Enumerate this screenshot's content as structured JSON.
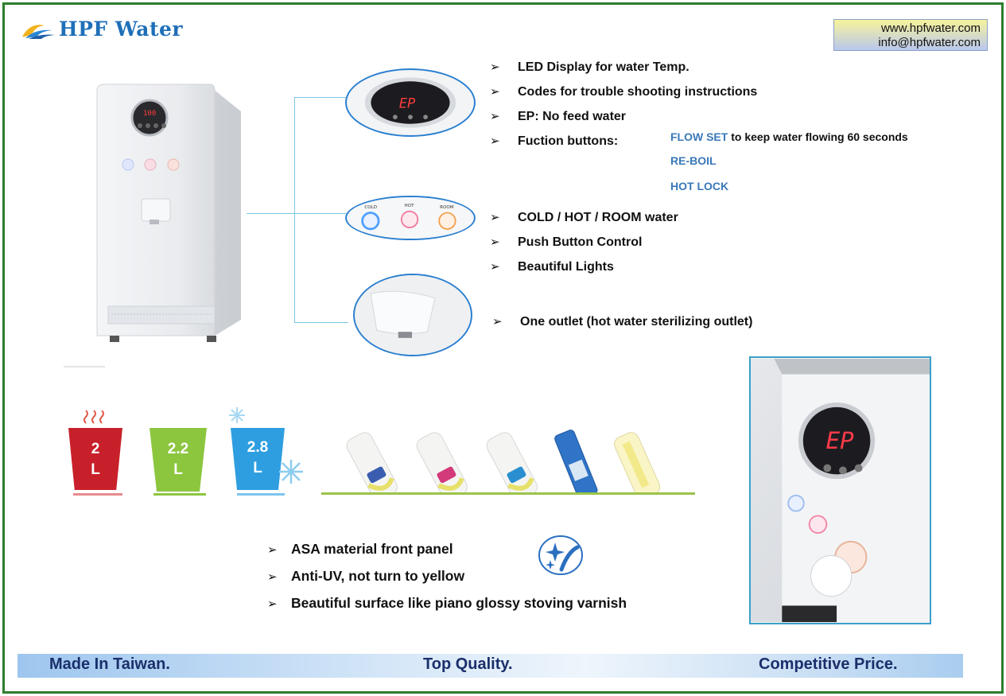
{
  "header": {
    "brand": "HPF Water",
    "contact_web": "www.hpfwater.com",
    "contact_email": "info@hpfwater.com"
  },
  "display_section": {
    "display_code": "EP",
    "bullets": [
      "LED Display for water Temp.",
      "Codes for trouble shooting instructions",
      "EP: No feed water",
      "Fuction buttons:"
    ],
    "functions": [
      {
        "name": "FLOW SET",
        "desc": "to keep water flowing 60 seconds"
      },
      {
        "name": "RE-BOIL",
        "desc": ""
      },
      {
        "name": "HOT LOCK",
        "desc": ""
      }
    ]
  },
  "buttons_section": {
    "button_labels": [
      "COLD",
      "HOT",
      "ROOM"
    ],
    "bullets": [
      "COLD / HOT / ROOM water",
      "Push Button Control",
      "Beautiful Lights"
    ]
  },
  "outlet_section": {
    "bullet": "One outlet (hot water sterilizing outlet)"
  },
  "capacities": [
    {
      "value": "2",
      "unit": "L",
      "color": "#c8202a"
    },
    {
      "value": "2.2",
      "unit": "L",
      "color": "#8cc63f"
    },
    {
      "value": "2.8",
      "unit": "L",
      "color": "#2e9ee0"
    }
  ],
  "panel_section": {
    "bullets": [
      "ASA material front panel",
      "Anti-UV, not turn to yellow",
      "Beautiful surface like piano glossy stoving varnish"
    ]
  },
  "footer": {
    "left": "Made In Taiwan.",
    "center": "Top Quality.",
    "right": "Competitive Price."
  },
  "colors": {
    "frame": "#2e7d2e",
    "brand": "#1f6fb8",
    "function_blue": "#3a78b8",
    "footer_text": "#1a2f6b"
  }
}
